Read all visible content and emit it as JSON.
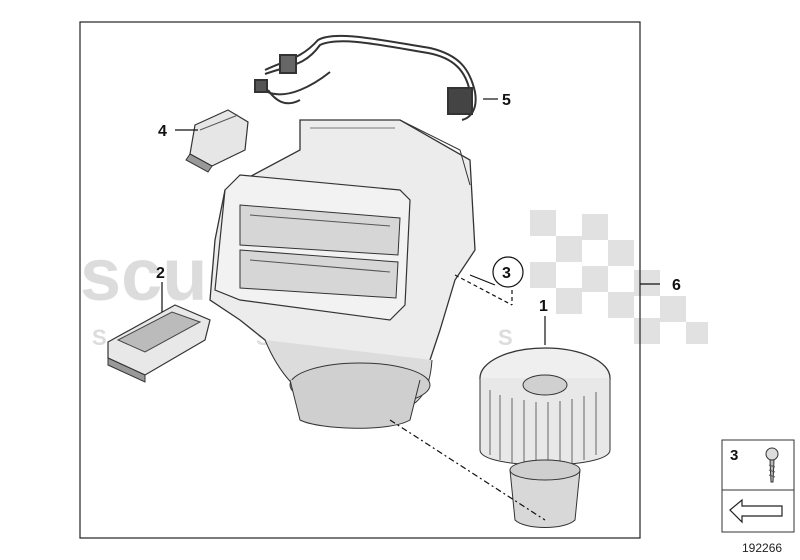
{
  "diagram": {
    "watermark": {
      "brand": "scuderia",
      "letters": [
        "S",
        "S",
        "S"
      ]
    },
    "callouts": [
      {
        "id": "1",
        "label": "1"
      },
      {
        "id": "2",
        "label": "2"
      },
      {
        "id": "3",
        "label": "3"
      },
      {
        "id": "4",
        "label": "4"
      },
      {
        "id": "5",
        "label": "5"
      },
      {
        "id": "6",
        "label": "6"
      }
    ],
    "legend": {
      "item_label": "3"
    },
    "diagram_number": "192266"
  }
}
